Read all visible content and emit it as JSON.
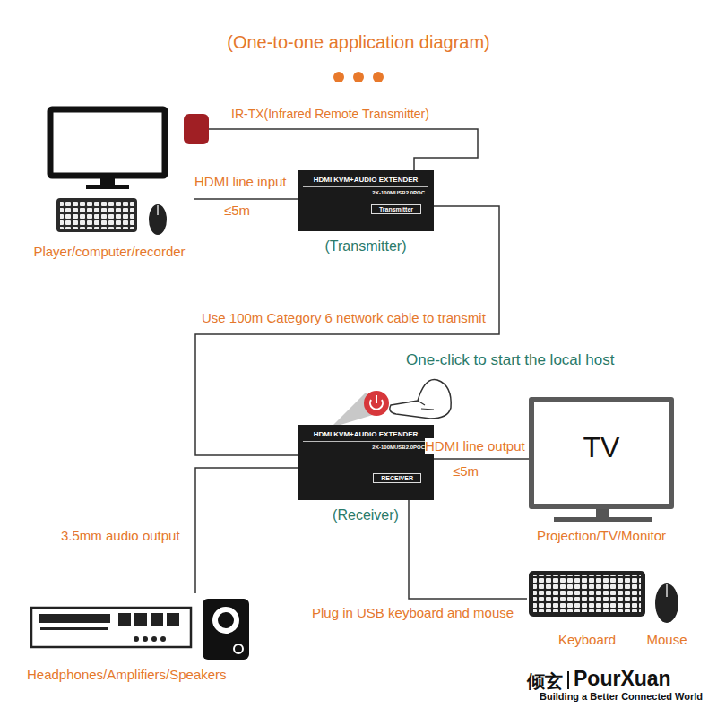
{
  "diagram": {
    "title": "(One-to-one application diagram)",
    "nodes": [
      {
        "text": [
          "Player/computer/recorder"
        ]
      },
      {
        "text": [
          "IR-TX(Infrared Remote Transmitter)"
        ]
      },
      {
        "text": [
          "HDMI KVM+AUDIO EXTENDER",
          "2K-100MUSB2.0POC",
          "Transmitter",
          "(Transmitter)"
        ]
      },
      {
        "text": [
          "HDMI KVM+AUDIO EXTENDER",
          "2K-100MUSB2.0POC",
          "RECEIVER",
          "(Receiver)"
        ]
      },
      {
        "text": [
          "TV",
          "Projection/TV/Monitor"
        ]
      },
      {
        "text": [
          "Headphones/Amplifiers/Speakers"
        ]
      },
      {
        "text": [
          "Keyboard"
        ]
      },
      {
        "text": [
          "Mouse"
        ]
      }
    ],
    "edges": [
      {
        "from": 0,
        "to": 2,
        "label": "HDMI line input",
        "arrow": "none"
      },
      {
        "from": 1,
        "to": 2,
        "arrow": "none"
      },
      {
        "from": 2,
        "to": 3,
        "label": "Use 100m Category 6 network cable to transmit",
        "arrow": "none"
      },
      {
        "from": 3,
        "to": 4,
        "label": "HDMI line output",
        "arrow": "none"
      },
      {
        "from": 3,
        "to": 5,
        "label": "3.5mm audio output",
        "arrow": "none"
      },
      {
        "from": 3,
        "to": 6,
        "label": "Plug in USB keyboard and mouse",
        "arrow": "none"
      }
    ],
    "labels": [
      "≤5m",
      "≤5m",
      "One-click to start the local host",
      "倾玄",
      "PourXuan",
      "Building a Better Connected World"
    ]
  }
}
